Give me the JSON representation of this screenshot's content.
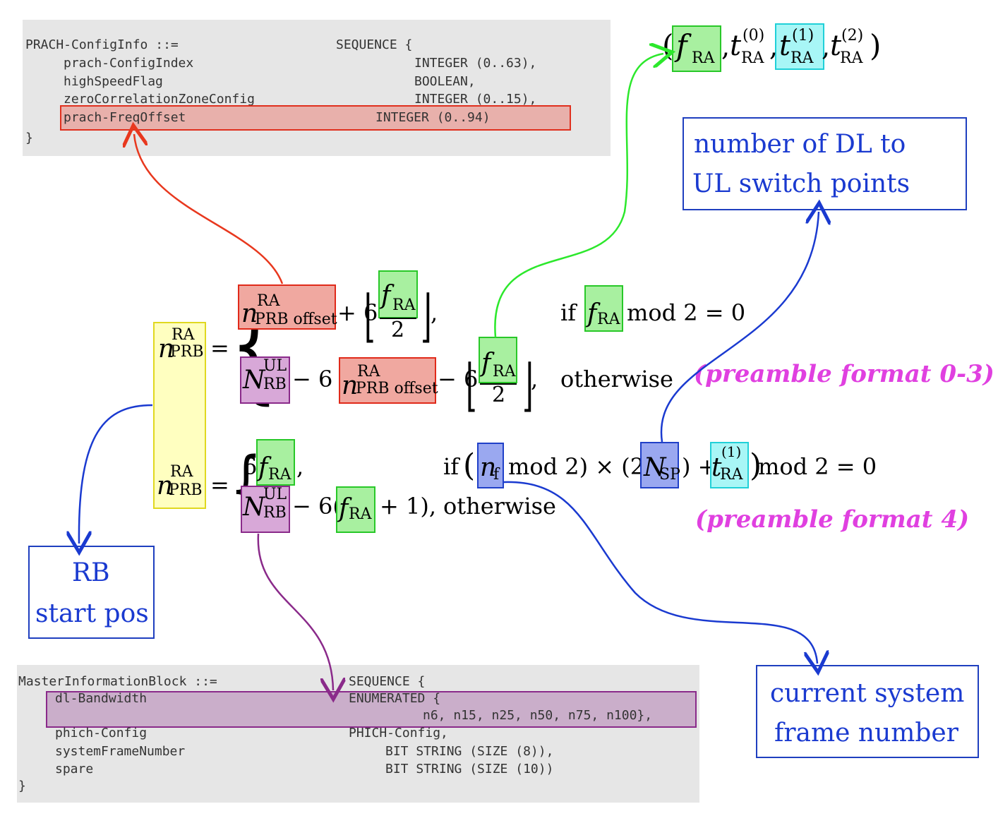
{
  "prach_config": {
    "lines": [
      {
        "left": "PRACH-ConfigInfo ::=",
        "right": "SEQUENCE {"
      },
      {
        "left": "prach-ConfigIndex",
        "right": "INTEGER (0..63),"
      },
      {
        "left": "highSpeedFlag",
        "right": "BOOLEAN,"
      },
      {
        "left": "zeroCorrelationZoneConfig",
        "right": "INTEGER (0..15),"
      },
      {
        "left": "prach-FreqOffset",
        "right": "INTEGER (0..94)"
      },
      {
        "left": "}",
        "right": ""
      }
    ]
  },
  "mib": {
    "lines": [
      {
        "left": "MasterInformationBlock ::=",
        "right": "SEQUENCE {"
      },
      {
        "left": "dl-Bandwidth",
        "right": "ENUMERATED {"
      },
      {
        "left": "",
        "right": "n6, n15, n25, n50, n75, n100},"
      },
      {
        "left": "phich-Config",
        "right": "PHICH-Config,"
      },
      {
        "left": "systemFrameNumber",
        "right": "BIT STRING (SIZE (8)),"
      },
      {
        "left": "spare",
        "right": "BIT STRING (SIZE (10))"
      },
      {
        "left": "}",
        "right": ""
      }
    ]
  },
  "callouts": {
    "dl_ul": [
      "number of DL to",
      "UL switch points"
    ],
    "rb_start": [
      "RB",
      "start pos"
    ],
    "sfn": [
      "current system",
      "frame number"
    ]
  },
  "labels": {
    "format_0_3": "(preamble format 0-3)",
    "format_4": "(preamble format 4)"
  },
  "math": {
    "tuple": {
      "open": "(",
      "f": "f",
      "ra": "RA",
      "t": "t",
      "sup0": "(0)",
      "sup1": "(1)",
      "sup2": "(2)",
      "close": ")",
      "comma": ","
    },
    "n": "n",
    "N": "N",
    "prb": "PRB",
    "rb": "RB",
    "ul": "UL",
    "prb_offset": "PRB offset",
    "sp": "SP",
    "nf_sub": "f",
    "eq": "=",
    "plus6": "+ 6",
    "minus6": "− 6 −",
    "minus6b": "− 6",
    "two": "2",
    "six": "6",
    "comma": ",",
    "if": "if",
    "mod_eq": "mod 2 = 0",
    "otherwise": "otherwise",
    "mod2x": "mod 2) × (2 −",
    "plus": ") +",
    "mod_eq2": "mod 2 = 0",
    "plus1": "+ 1),",
    "minus6open": "− 6(",
    "open2": "(("
  },
  "colors": {
    "red_arrow": "#e8381e",
    "green_arrow": "#2ce82c",
    "blue_arrow": "#1a3ad0",
    "purple_arrow": "#8a2a8a",
    "pink": "#e040e0"
  }
}
